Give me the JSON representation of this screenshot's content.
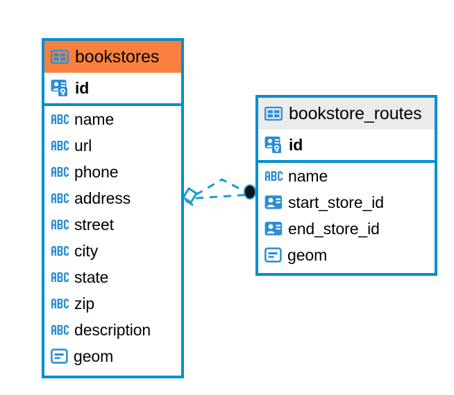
{
  "diagram": {
    "type": "entity-relationship-diagram",
    "background": "#ffffff",
    "colors": {
      "border": "#008FD1",
      "accent_header": "#F9803F",
      "neutral_header": "#EBEBEB",
      "icon": "#2D8FD5",
      "text": "#000000",
      "connector": "#1B9AD6",
      "endpoint": "#111111"
    }
  },
  "entities": [
    {
      "name": "bookstores",
      "header_icon": "table-icon",
      "header_style": "accent",
      "fields": [
        {
          "name": "id",
          "icon": "primary-key-icon",
          "bold": true
        },
        {
          "name": "name",
          "icon": "text-abc-icon",
          "bold": false
        },
        {
          "name": "url",
          "icon": "text-abc-icon",
          "bold": false
        },
        {
          "name": "phone",
          "icon": "text-abc-icon",
          "bold": false
        },
        {
          "name": "address",
          "icon": "text-abc-icon",
          "bold": false
        },
        {
          "name": "street",
          "icon": "text-abc-icon",
          "bold": false
        },
        {
          "name": "city",
          "icon": "text-abc-icon",
          "bold": false
        },
        {
          "name": "state",
          "icon": "text-abc-icon",
          "bold": false
        },
        {
          "name": "zip",
          "icon": "text-abc-icon",
          "bold": false
        },
        {
          "name": "description",
          "icon": "text-abc-icon",
          "bold": false
        },
        {
          "name": "geom",
          "icon": "geometry-icon",
          "bold": false
        }
      ]
    },
    {
      "name": "bookstore_routes",
      "header_icon": "table-icon",
      "header_style": "neutral",
      "fields": [
        {
          "name": "id",
          "icon": "primary-key-icon",
          "bold": true
        },
        {
          "name": "name",
          "icon": "text-abc-icon",
          "bold": false
        },
        {
          "name": "start_store_id",
          "icon": "foreign-key-icon",
          "bold": false
        },
        {
          "name": "end_store_id",
          "icon": "foreign-key-icon",
          "bold": false
        },
        {
          "name": "geom",
          "icon": "geometry-icon",
          "bold": false
        }
      ]
    }
  ],
  "relationships": [
    {
      "from_entity": "bookstores",
      "to_entity": "bookstore_routes",
      "from_marker": "diamond-open",
      "to_marker": "circle-filled",
      "line_style": "dashed",
      "label": ""
    },
    {
      "from_entity": "bookstores",
      "to_entity": "bookstore_routes",
      "from_marker": "diamond-open",
      "to_marker": "circle-filled",
      "line_style": "dashed",
      "label": ""
    }
  ]
}
